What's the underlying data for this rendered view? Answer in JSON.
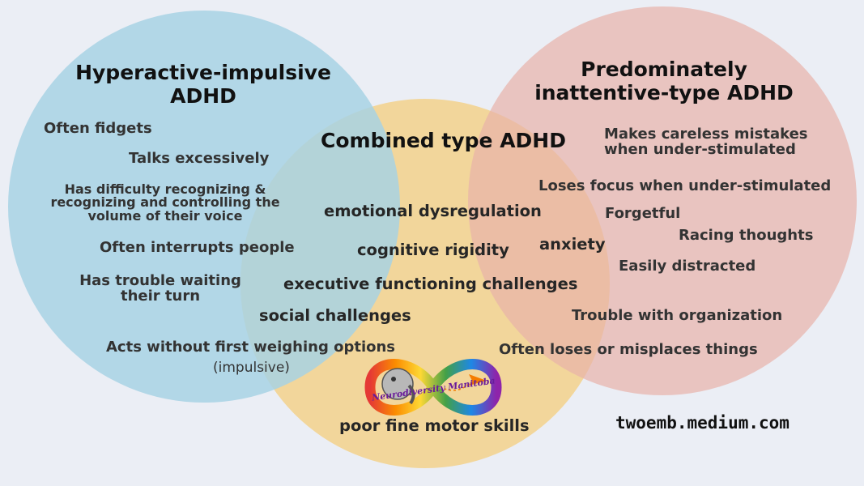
{
  "colors": {
    "background": "#ebeef5",
    "hyperactive_circle": "#a7d2e3",
    "combined_circle": "#f2d69b",
    "inattentive_circle": "#e8b2a9"
  },
  "hyperactive": {
    "title_line1": "Hyperactive-impulsive",
    "title_line2": "ADHD",
    "items": {
      "fidgets": "Often fidgets",
      "talks": "Talks excessively",
      "voice_line1": "Has difficulty recognizing &",
      "voice_line2": "recognizing and controlling the",
      "voice_line3": "volume of their voice",
      "interrupts": "Often interrupts people",
      "waiting_line1": "Has trouble waiting",
      "waiting_line2": "their turn",
      "acts": "Acts without first weighing options",
      "impulsive": "(impulsive)"
    }
  },
  "combined": {
    "title": "Combined type ADHD",
    "items": {
      "emotional": "emotional dysregulation",
      "rigidity": "cognitive rigidity",
      "anxiety": "anxiety",
      "executive": "executive functioning challenges",
      "social": "social challenges",
      "motor": "poor fine motor skills"
    }
  },
  "inattentive": {
    "title_line1": "Predominately",
    "title_line2": "inattentive-type ADHD",
    "items": {
      "careless_line1": "Makes careless mistakes",
      "careless_line2": "when under-stimulated",
      "focus": "Loses focus when under-stimulated",
      "forgetful": "Forgetful",
      "racing": "Racing thoughts",
      "distracted": "Easily distracted",
      "organization": "Trouble with organization",
      "loses": "Often loses or misplaces things"
    }
  },
  "logo": {
    "text": "Neurodiversity Manitoba"
  },
  "credit": "twoemb.medium.com"
}
